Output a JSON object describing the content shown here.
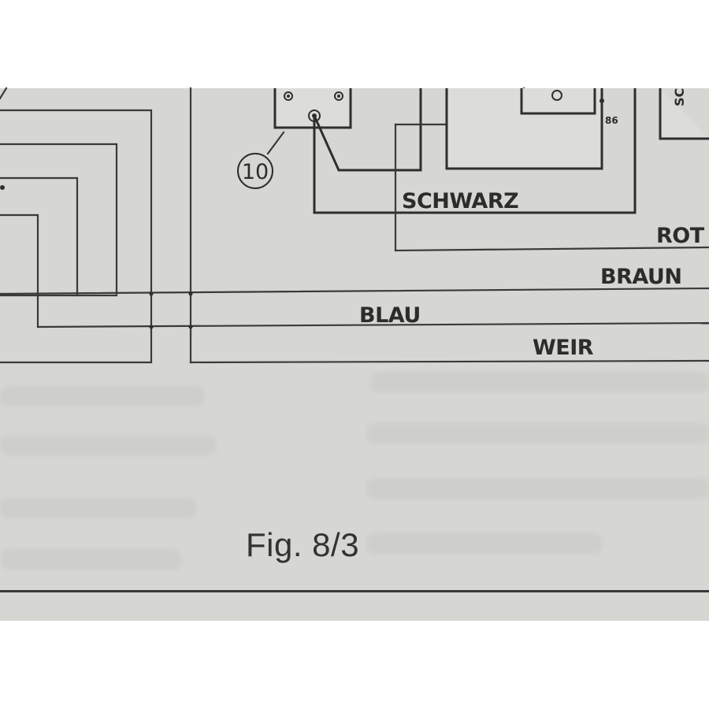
{
  "figure": {
    "caption": "Fig. 8/3"
  },
  "callout": {
    "number": "10"
  },
  "wire_labels": {
    "schwarz": "SCHWARZ",
    "rot": "ROT",
    "braun": "BRAUN",
    "blau": "BLAU",
    "weir": "WEIR"
  },
  "relay": {
    "terminal": "86"
  },
  "partial_label": "SC"
}
